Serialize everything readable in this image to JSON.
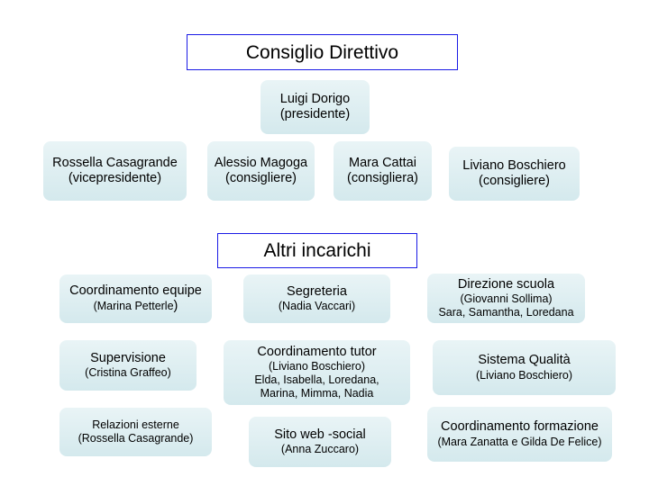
{
  "board": {
    "title": "Consiglio Direttivo",
    "president": {
      "name": "Luigi Dorigo",
      "role": "(presidente)"
    },
    "members": [
      {
        "name": "Rossella Casagrande",
        "role": "(vicepresidente)"
      },
      {
        "name": "Alessio Magoga",
        "role": "(consigliere)"
      },
      {
        "name": "Mara Cattai",
        "role": "(consigliera)"
      },
      {
        "name": "Liviano Boschiero",
        "role": "(consigliere)"
      }
    ]
  },
  "assignments": {
    "title": "Altri incarichi",
    "coordinamento_equipe": {
      "title": "Coordinamento equipe",
      "person": "(Marina Petterle",
      "person_close": ")"
    },
    "segreteria": {
      "title": "Segreteria",
      "person": "(Nadia Vaccari)"
    },
    "direzione_scuola": {
      "title": "Direzione scuola",
      "person": "(Giovanni Sollima)",
      "team": "Sara, Samantha, Loredana"
    },
    "supervisione": {
      "title": "Supervisione",
      "person": "(Cristina Graffeo)"
    },
    "coordinamento_tutor": {
      "title": "Coordinamento tutor",
      "person": "(Liviano Boschiero)",
      "team_line1": "Elda, Isabella, Loredana,",
      "team_line2": "Marina, Mimma, Nadia"
    },
    "sistema_qualita": {
      "title": "Sistema Qualità",
      "person": "(Liviano Boschiero)"
    },
    "relazioni_esterne": {
      "title": "Relazioni esterne",
      "person": "(Rossella Casagrande)"
    },
    "sito_web": {
      "title": "Sito web -social",
      "person": "(Anna Zuccaro)"
    },
    "coordinamento_formazione": {
      "title": "Coordinamento formazione",
      "person": "(Mara Zanatta e Gilda De Felice)"
    }
  }
}
